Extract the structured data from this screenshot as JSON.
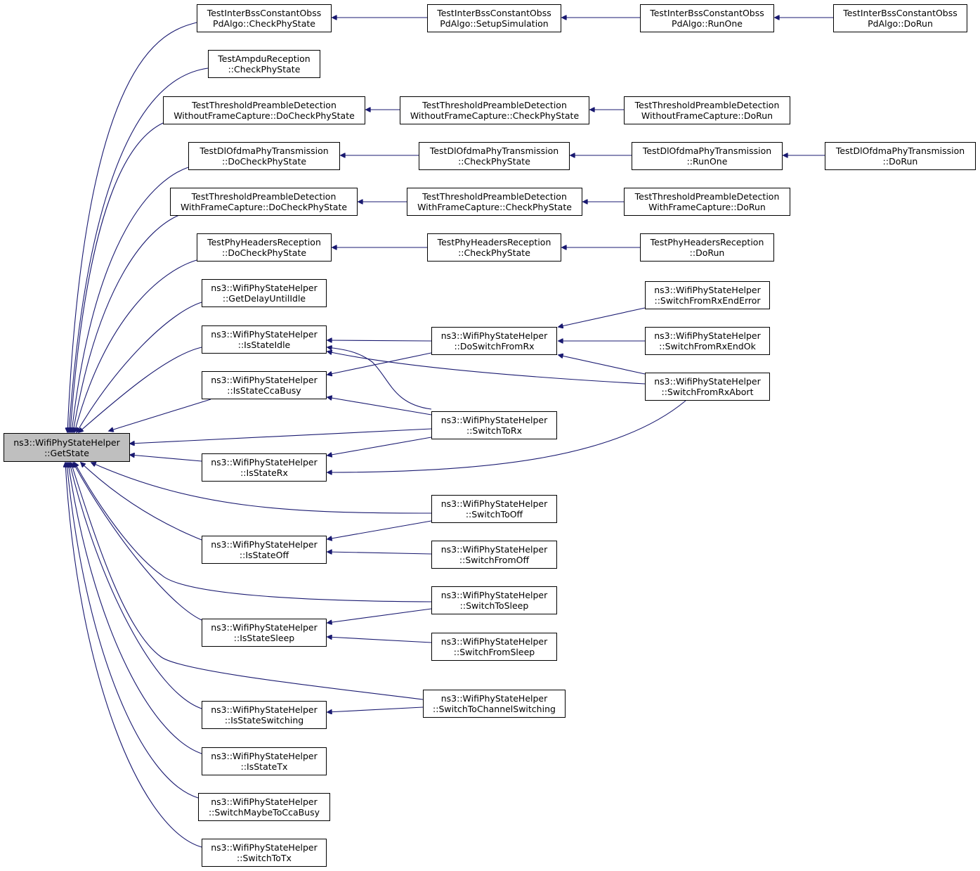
{
  "colors": {
    "edge": "#191970",
    "root_fill": "#bfbfbf",
    "node_fill": "#ffffff",
    "border": "#000000"
  },
  "nodes": {
    "root": {
      "l1": "ns3::WifiPhyStateHelper",
      "l2": "::GetState"
    },
    "ibss_cps": {
      "l1": "TestInterBssConstantObss",
      "l2": "PdAlgo::CheckPhyState"
    },
    "ibss_setup": {
      "l1": "TestInterBssConstantObss",
      "l2": "PdAlgo::SetupSimulation"
    },
    "ibss_runone": {
      "l1": "TestInterBssConstantObss",
      "l2": "PdAlgo::RunOne"
    },
    "ibss_dorun": {
      "l1": "TestInterBssConstantObss",
      "l2": "PdAlgo::DoRun"
    },
    "ampdu_cps": {
      "l1": "TestAmpduReception",
      "l2": "::CheckPhyState"
    },
    "tpdwo_docps": {
      "l1": "TestThresholdPreambleDetection",
      "l2": "WithoutFrameCapture::DoCheckPhyState"
    },
    "tpdwo_cps": {
      "l1": "TestThresholdPreambleDetection",
      "l2": "WithoutFrameCapture::CheckPhyState"
    },
    "tpdwo_dorun": {
      "l1": "TestThresholdPreambleDetection",
      "l2": "WithoutFrameCapture::DoRun"
    },
    "dl_docps": {
      "l1": "TestDlOfdmaPhyTransmission",
      "l2": "::DoCheckPhyState"
    },
    "dl_cps": {
      "l1": "TestDlOfdmaPhyTransmission",
      "l2": "::CheckPhyState"
    },
    "dl_runone": {
      "l1": "TestDlOfdmaPhyTransmission",
      "l2": "::RunOne"
    },
    "dl_dorun": {
      "l1": "TestDlOfdmaPhyTransmission",
      "l2": "::DoRun"
    },
    "tpdw_docps": {
      "l1": "TestThresholdPreambleDetection",
      "l2": "WithFrameCapture::DoCheckPhyState"
    },
    "tpdw_cps": {
      "l1": "TestThresholdPreambleDetection",
      "l2": "WithFrameCapture::CheckPhyState"
    },
    "tpdw_dorun": {
      "l1": "TestThresholdPreambleDetection",
      "l2": "WithFrameCapture::DoRun"
    },
    "phr_docps": {
      "l1": "TestPhyHeadersReception",
      "l2": "::DoCheckPhyState"
    },
    "phr_cps": {
      "l1": "TestPhyHeadersReception",
      "l2": "::CheckPhyState"
    },
    "phr_dorun": {
      "l1": "TestPhyHeadersReception",
      "l2": "::DoRun"
    },
    "getdelay": {
      "l1": "ns3::WifiPhyStateHelper",
      "l2": "::GetDelayUntilIdle"
    },
    "isidle": {
      "l1": "ns3::WifiPhyStateHelper",
      "l2": "::IsStateIdle"
    },
    "isccabusy": {
      "l1": "ns3::WifiPhyStateHelper",
      "l2": "::IsStateCcaBusy"
    },
    "isrx": {
      "l1": "ns3::WifiPhyStateHelper",
      "l2": "::IsStateRx"
    },
    "isoff": {
      "l1": "ns3::WifiPhyStateHelper",
      "l2": "::IsStateOff"
    },
    "issleep": {
      "l1": "ns3::WifiPhyStateHelper",
      "l2": "::IsStateSleep"
    },
    "isswitching": {
      "l1": "ns3::WifiPhyStateHelper",
      "l2": "::IsStateSwitching"
    },
    "istx": {
      "l1": "ns3::WifiPhyStateHelper",
      "l2": "::IsStateTx"
    },
    "maybecca": {
      "l1": "ns3::WifiPhyStateHelper",
      "l2": "::SwitchMaybeToCcaBusy"
    },
    "totx": {
      "l1": "ns3::WifiPhyStateHelper",
      "l2": "::SwitchToTx"
    },
    "doswitchrx": {
      "l1": "ns3::WifiPhyStateHelper",
      "l2": "::DoSwitchFromRx"
    },
    "torx": {
      "l1": "ns3::WifiPhyStateHelper",
      "l2": "::SwitchToRx"
    },
    "tooff": {
      "l1": "ns3::WifiPhyStateHelper",
      "l2": "::SwitchToOff"
    },
    "fromoff": {
      "l1": "ns3::WifiPhyStateHelper",
      "l2": "::SwitchFromOff"
    },
    "tosleep": {
      "l1": "ns3::WifiPhyStateHelper",
      "l2": "::SwitchToSleep"
    },
    "fromsleep": {
      "l1": "ns3::WifiPhyStateHelper",
      "l2": "::SwitchFromSleep"
    },
    "tochswitch": {
      "l1": "ns3::WifiPhyStateHelper",
      "l2": "::SwitchToChannelSwitching"
    },
    "rxenderror": {
      "l1": "ns3::WifiPhyStateHelper",
      "l2": "::SwitchFromRxEndError"
    },
    "rxendok": {
      "l1": "ns3::WifiPhyStateHelper",
      "l2": "::SwitchFromRxEndOk"
    },
    "rxabort": {
      "l1": "ns3::WifiPhyStateHelper",
      "l2": "::SwitchFromRxAbort"
    }
  }
}
